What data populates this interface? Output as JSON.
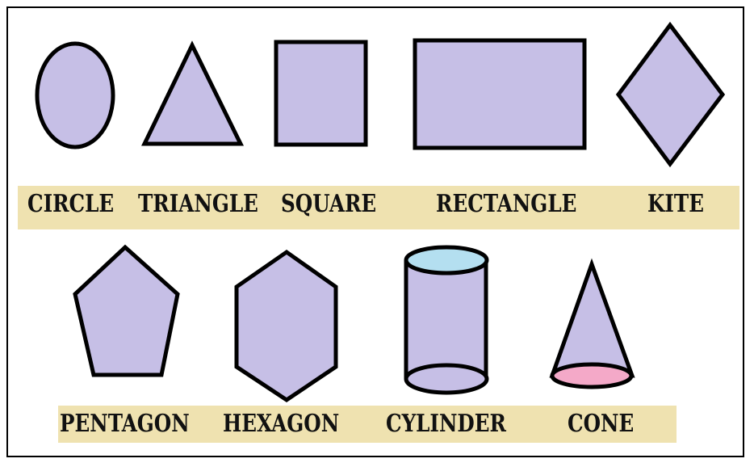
{
  "colors": {
    "shape_fill": "#c6bfe6",
    "cylinder_top_fill": "#b4dff0",
    "cone_base_fill": "#f4a9c8",
    "label_band": "#efe2b0",
    "outline": "#000000"
  },
  "shapes_row_1": [
    {
      "label": "CIRCLE",
      "icon": "circle-shape"
    },
    {
      "label": "TRIANGLE",
      "icon": "triangle-shape"
    },
    {
      "label": "SQUARE",
      "icon": "square-shape"
    },
    {
      "label": "RECTANGLE",
      "icon": "rectangle-shape"
    },
    {
      "label": "KITE",
      "icon": "kite-shape"
    }
  ],
  "shapes_row_2": [
    {
      "label": "PENTAGON",
      "icon": "pentagon-shape"
    },
    {
      "label": "HEXAGON",
      "icon": "hexagon-shape"
    },
    {
      "label": "CYLINDER",
      "icon": "cylinder-shape"
    },
    {
      "label": "CONE",
      "icon": "cone-shape"
    }
  ]
}
